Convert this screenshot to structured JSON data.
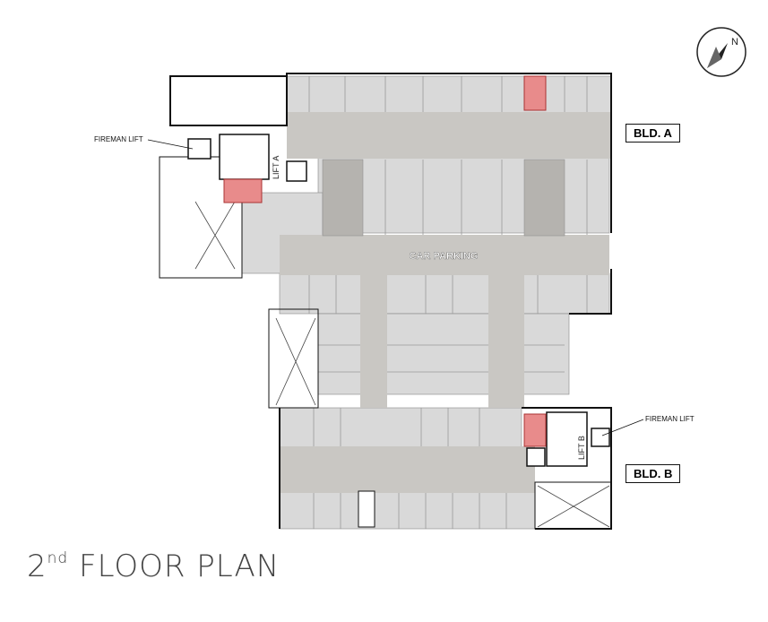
{
  "plan": {
    "title_main": "2",
    "title_sup": "nd",
    "title_rest": " FLOOR PLAN",
    "building_a": "BLD. A",
    "building_b": "BLD. B",
    "car_parking": "CAR PARKING",
    "lift_a": "LIFT A",
    "lift_b": "LIFT B",
    "fireman_lift_a": "FIREMAN LIFT",
    "fireman_lift_b": "FIREMAN LIFT",
    "north_symbol": "N"
  },
  "colors": {
    "driveway": "#c9c7c3",
    "parking": "#d9d9d9",
    "stair_red": "#e88b8b",
    "wall": "#111111"
  }
}
